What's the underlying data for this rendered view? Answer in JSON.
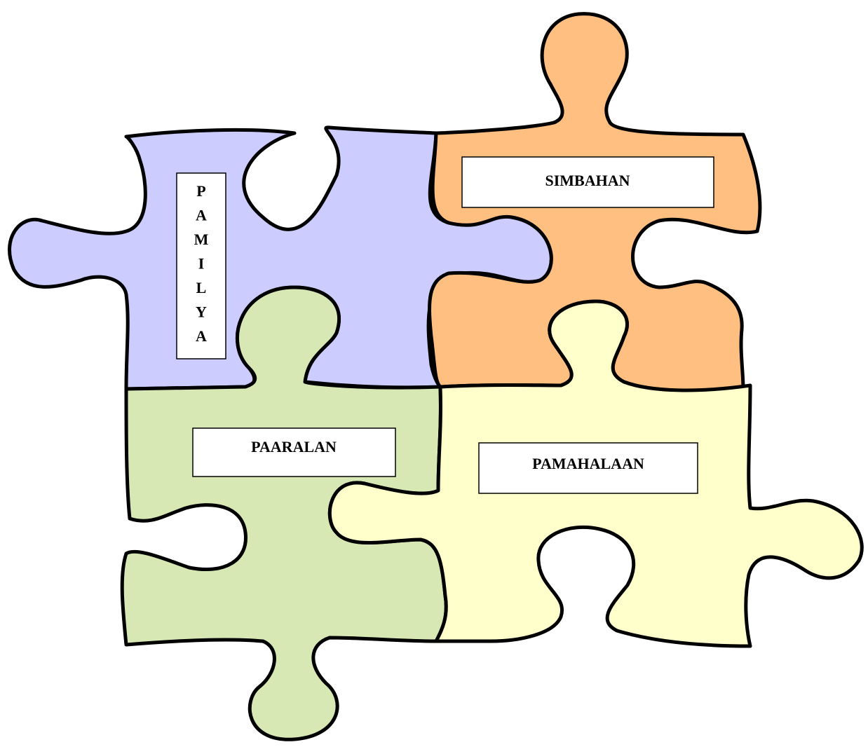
{
  "pieces": {
    "pamilya": {
      "label": "PAMILYA",
      "letters": [
        "P",
        "A",
        "M",
        "I",
        "L",
        "Y",
        "A"
      ],
      "color": "#CCCCFF"
    },
    "simbahan": {
      "label": "SIMBAHAN",
      "color": "#FFBF80"
    },
    "paaralan": {
      "label": "PAARALAN",
      "color": "#D7E8B5"
    },
    "pamahalaan": {
      "label": "PAMAHALAAN",
      "color": "#FFFFCC"
    }
  },
  "outline_color": "#000000"
}
